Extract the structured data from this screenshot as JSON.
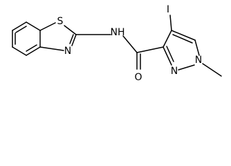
{
  "atoms": {
    "sulfur": "S",
    "thiazole_nitrogen": "N",
    "amide_nh": "NH",
    "iodine": "I",
    "carbonyl_oxygen": "O",
    "pyrazole_n2": "N",
    "pyrazole_n1": "N"
  }
}
